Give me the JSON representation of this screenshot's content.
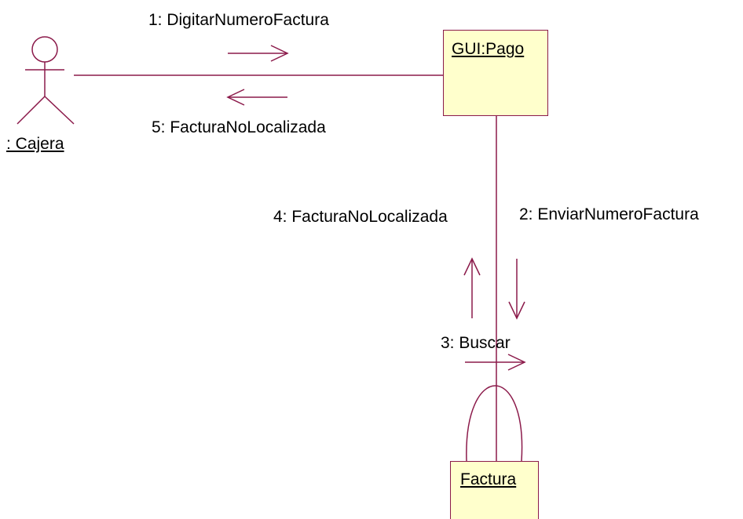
{
  "actor": {
    "label": ": Cajera",
    "icon": "actor-stick-figure-icon"
  },
  "objects": {
    "gui": {
      "label": "GUI:Pago"
    },
    "factura": {
      "label": "Factura"
    }
  },
  "messages": {
    "m1": "1: DigitarNumeroFactura",
    "m2": "2: EnviarNumeroFactura",
    "m3": "3: Buscar",
    "m4": "4: FacturaNoLocalizada",
    "m5": "5: FacturaNoLocalizada"
  },
  "colors": {
    "line": "#8b1a4a",
    "object_fill": "#ffffcc",
    "text": "#000000"
  }
}
